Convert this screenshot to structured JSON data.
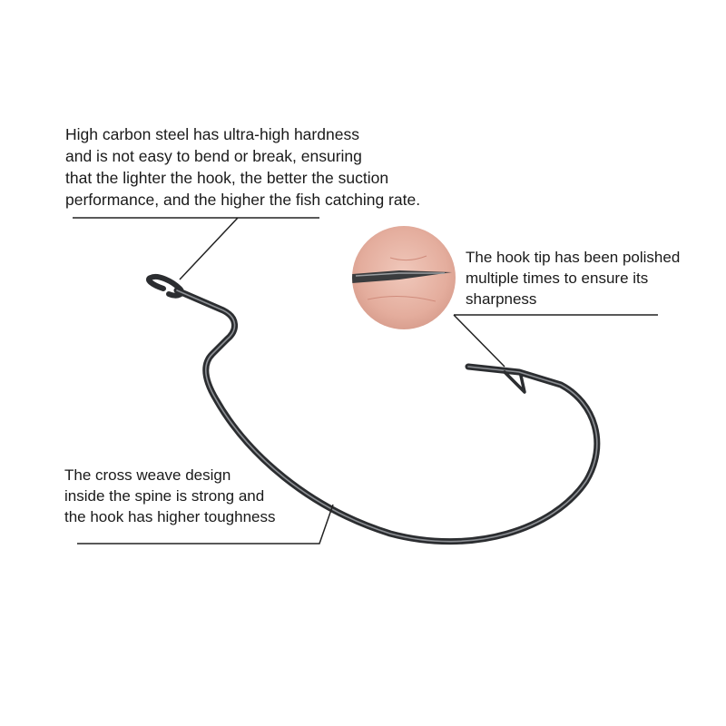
{
  "callouts": {
    "steel": {
      "lines": [
        "High carbon steel has ultra-high hardness",
        "and is not easy to bend or break, ensuring",
        "that the lighter the hook, the better the suction",
        "performance, and the higher the fish catching rate."
      ]
    },
    "tip": {
      "lines": [
        "The hook tip has been polished",
        "multiple times to ensure its",
        "sharpness"
      ]
    },
    "weave": {
      "lines": [
        "The cross weave design",
        "inside the spine is strong and",
        "the hook has higher toughness"
      ]
    }
  },
  "colors": {
    "hook": "#2b2d30",
    "leader_line": "#222222",
    "detail_circle": "#e6b5a6"
  }
}
